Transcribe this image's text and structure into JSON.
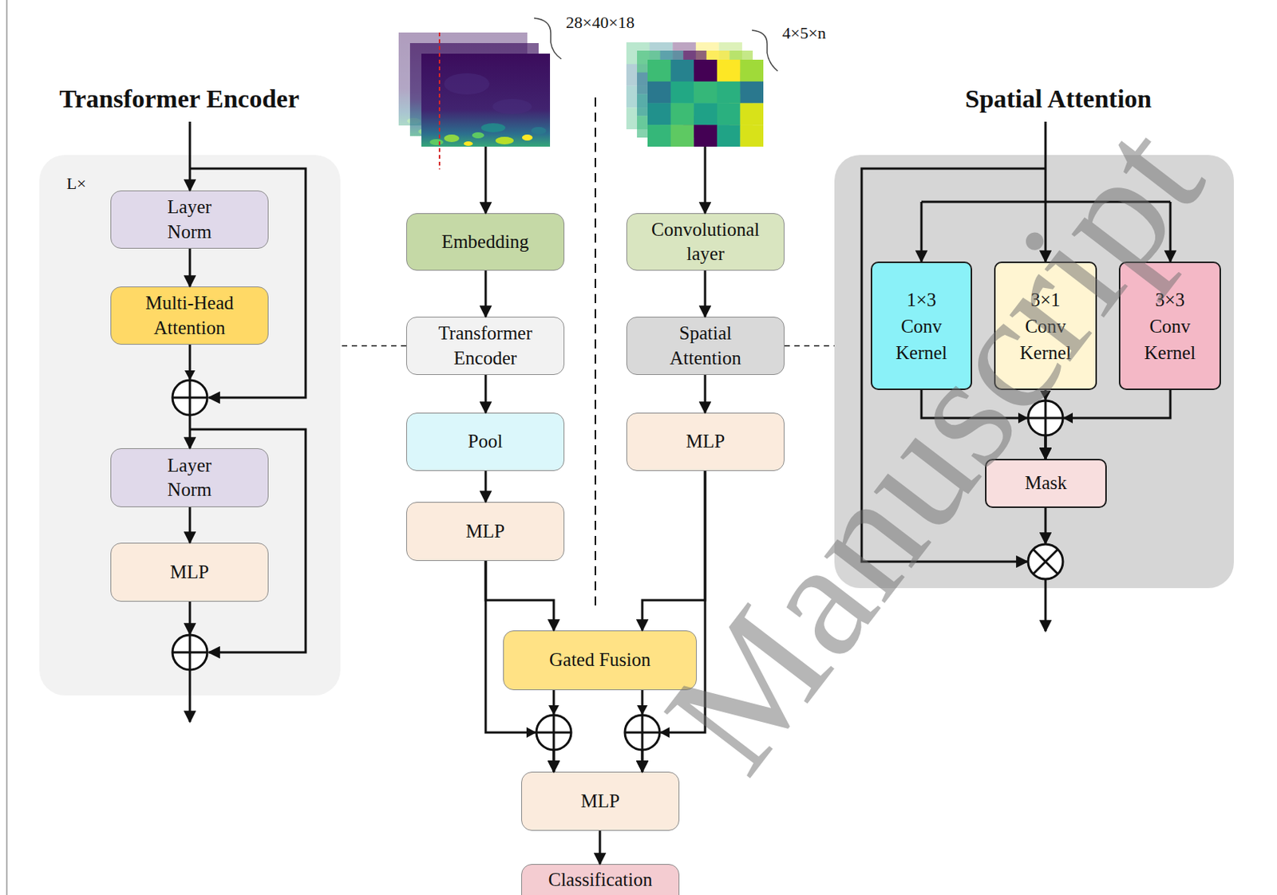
{
  "diagram": {
    "nodes": [
      {
        "text": [
          "Transformer Encoder",
          "L×"
        ]
      },
      {
        "text": [
          "Layer Norm"
        ],
        "in": 0
      },
      {
        "text": [
          "Multi-Head Attention"
        ],
        "in": 0
      },
      {
        "text": [
          "Layer Norm"
        ],
        "in": 0
      },
      {
        "text": [
          "MLP"
        ],
        "in": 0
      },
      {
        "text": [
          "Embedding"
        ]
      },
      {
        "text": [
          "Transformer Encoder"
        ]
      },
      {
        "text": [
          "Pool"
        ]
      },
      {
        "text": [
          "MLP"
        ]
      },
      {
        "text": [
          "Convolutional layer"
        ]
      },
      {
        "text": [
          "Spatial Attention"
        ]
      },
      {
        "text": [
          "MLP"
        ]
      },
      {
        "text": [
          "Gated Fusion"
        ]
      },
      {
        "text": [
          "MLP"
        ]
      },
      {
        "text": [
          "Classification"
        ]
      },
      {
        "text": [
          "Spatial Attention"
        ]
      },
      {
        "text": [
          "1×3 Conv Kernel"
        ],
        "in": 15
      },
      {
        "text": [
          "3×1 Conv Kernel"
        ],
        "in": 15
      },
      {
        "text": [
          "3×3 Conv Kernel"
        ],
        "in": 15
      },
      {
        "text": [
          "Mask"
        ],
        "in": 15
      }
    ],
    "edges": [
      {
        "from": 1,
        "to": 2,
        "arrow": "to"
      },
      {
        "from": 2,
        "to": 3,
        "arrow": "to"
      },
      {
        "from": 3,
        "to": 4,
        "arrow": "to"
      },
      {
        "from": 5,
        "to": 6,
        "arrow": "to"
      },
      {
        "from": 6,
        "to": 7,
        "arrow": "to"
      },
      {
        "from": 7,
        "to": 8,
        "arrow": "to"
      },
      {
        "from": 8,
        "to": 12,
        "arrow": "to"
      },
      {
        "from": 8,
        "to": 13,
        "arrow": "to"
      },
      {
        "from": 9,
        "to": 10,
        "arrow": "to"
      },
      {
        "from": 10,
        "to": 11,
        "arrow": "to"
      },
      {
        "from": 11,
        "to": 12,
        "arrow": "to"
      },
      {
        "from": 11,
        "to": 13,
        "arrow": "to"
      },
      {
        "from": 12,
        "to": 13,
        "arrow": "to"
      },
      {
        "from": 12,
        "to": 13,
        "arrow": "to"
      },
      {
        "from": 13,
        "to": 14,
        "arrow": "to"
      },
      {
        "from": 16,
        "to": 19,
        "arrow": "to"
      },
      {
        "from": 17,
        "to": 19,
        "arrow": "to"
      },
      {
        "from": 18,
        "to": 19,
        "arrow": "to"
      },
      {
        "from": 6,
        "to": 0,
        "arrow": "none"
      },
      {
        "from": 10,
        "to": 15,
        "arrow": "none"
      }
    ],
    "labels": [
      "28×40×18",
      "4×5×n",
      "Manuscript"
    ]
  }
}
